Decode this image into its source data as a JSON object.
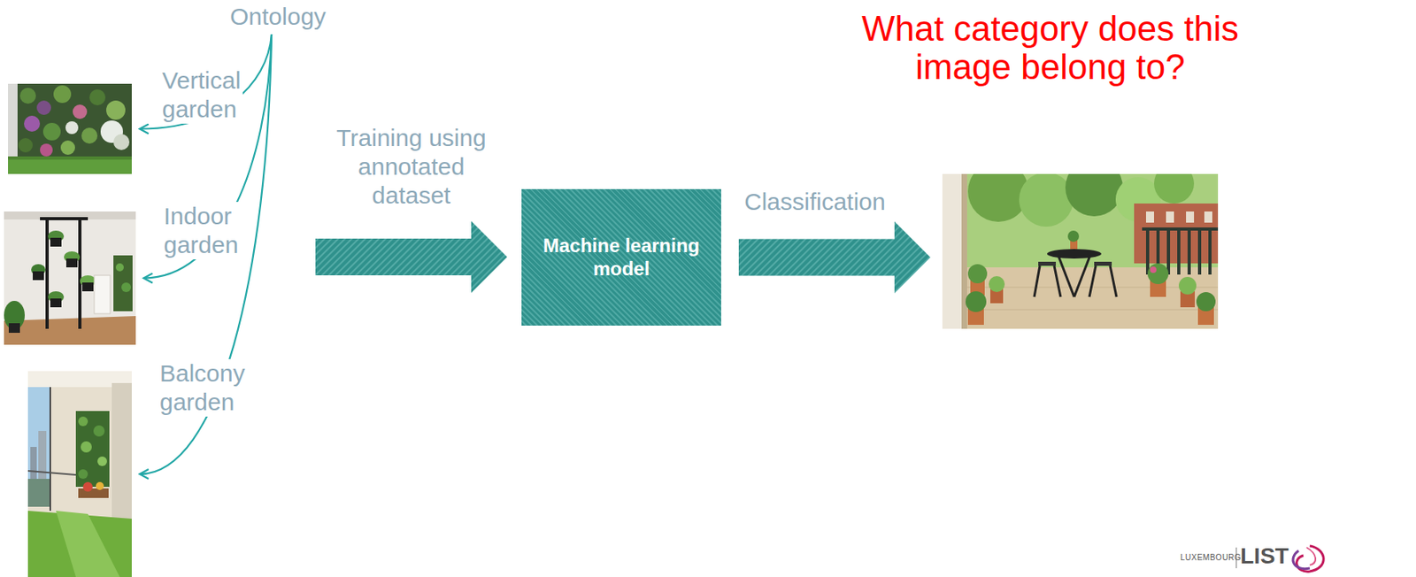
{
  "diagram": {
    "nodes": [
      {
        "text": [
          "Ontology"
        ]
      },
      {
        "text": [
          "Vertical garden"
        ]
      },
      {
        "text": [
          "Indoor garden"
        ]
      },
      {
        "text": [
          "Balcony garden"
        ]
      },
      {
        "text": [
          "Machine learning model"
        ]
      },
      {
        "text": [
          "What category does this image belong to?"
        ]
      }
    ],
    "edges": [
      {
        "from": 0,
        "to": 1,
        "arrow": "to"
      },
      {
        "from": 0,
        "to": 2,
        "arrow": "to"
      },
      {
        "from": 0,
        "to": 3,
        "arrow": "to"
      },
      {
        "from": 4,
        "to": 5,
        "label": "Classification",
        "arrow": "to"
      }
    ],
    "labels": [
      "Training using annotated dataset",
      "LUXEMBOURG",
      "LIST"
    ]
  }
}
